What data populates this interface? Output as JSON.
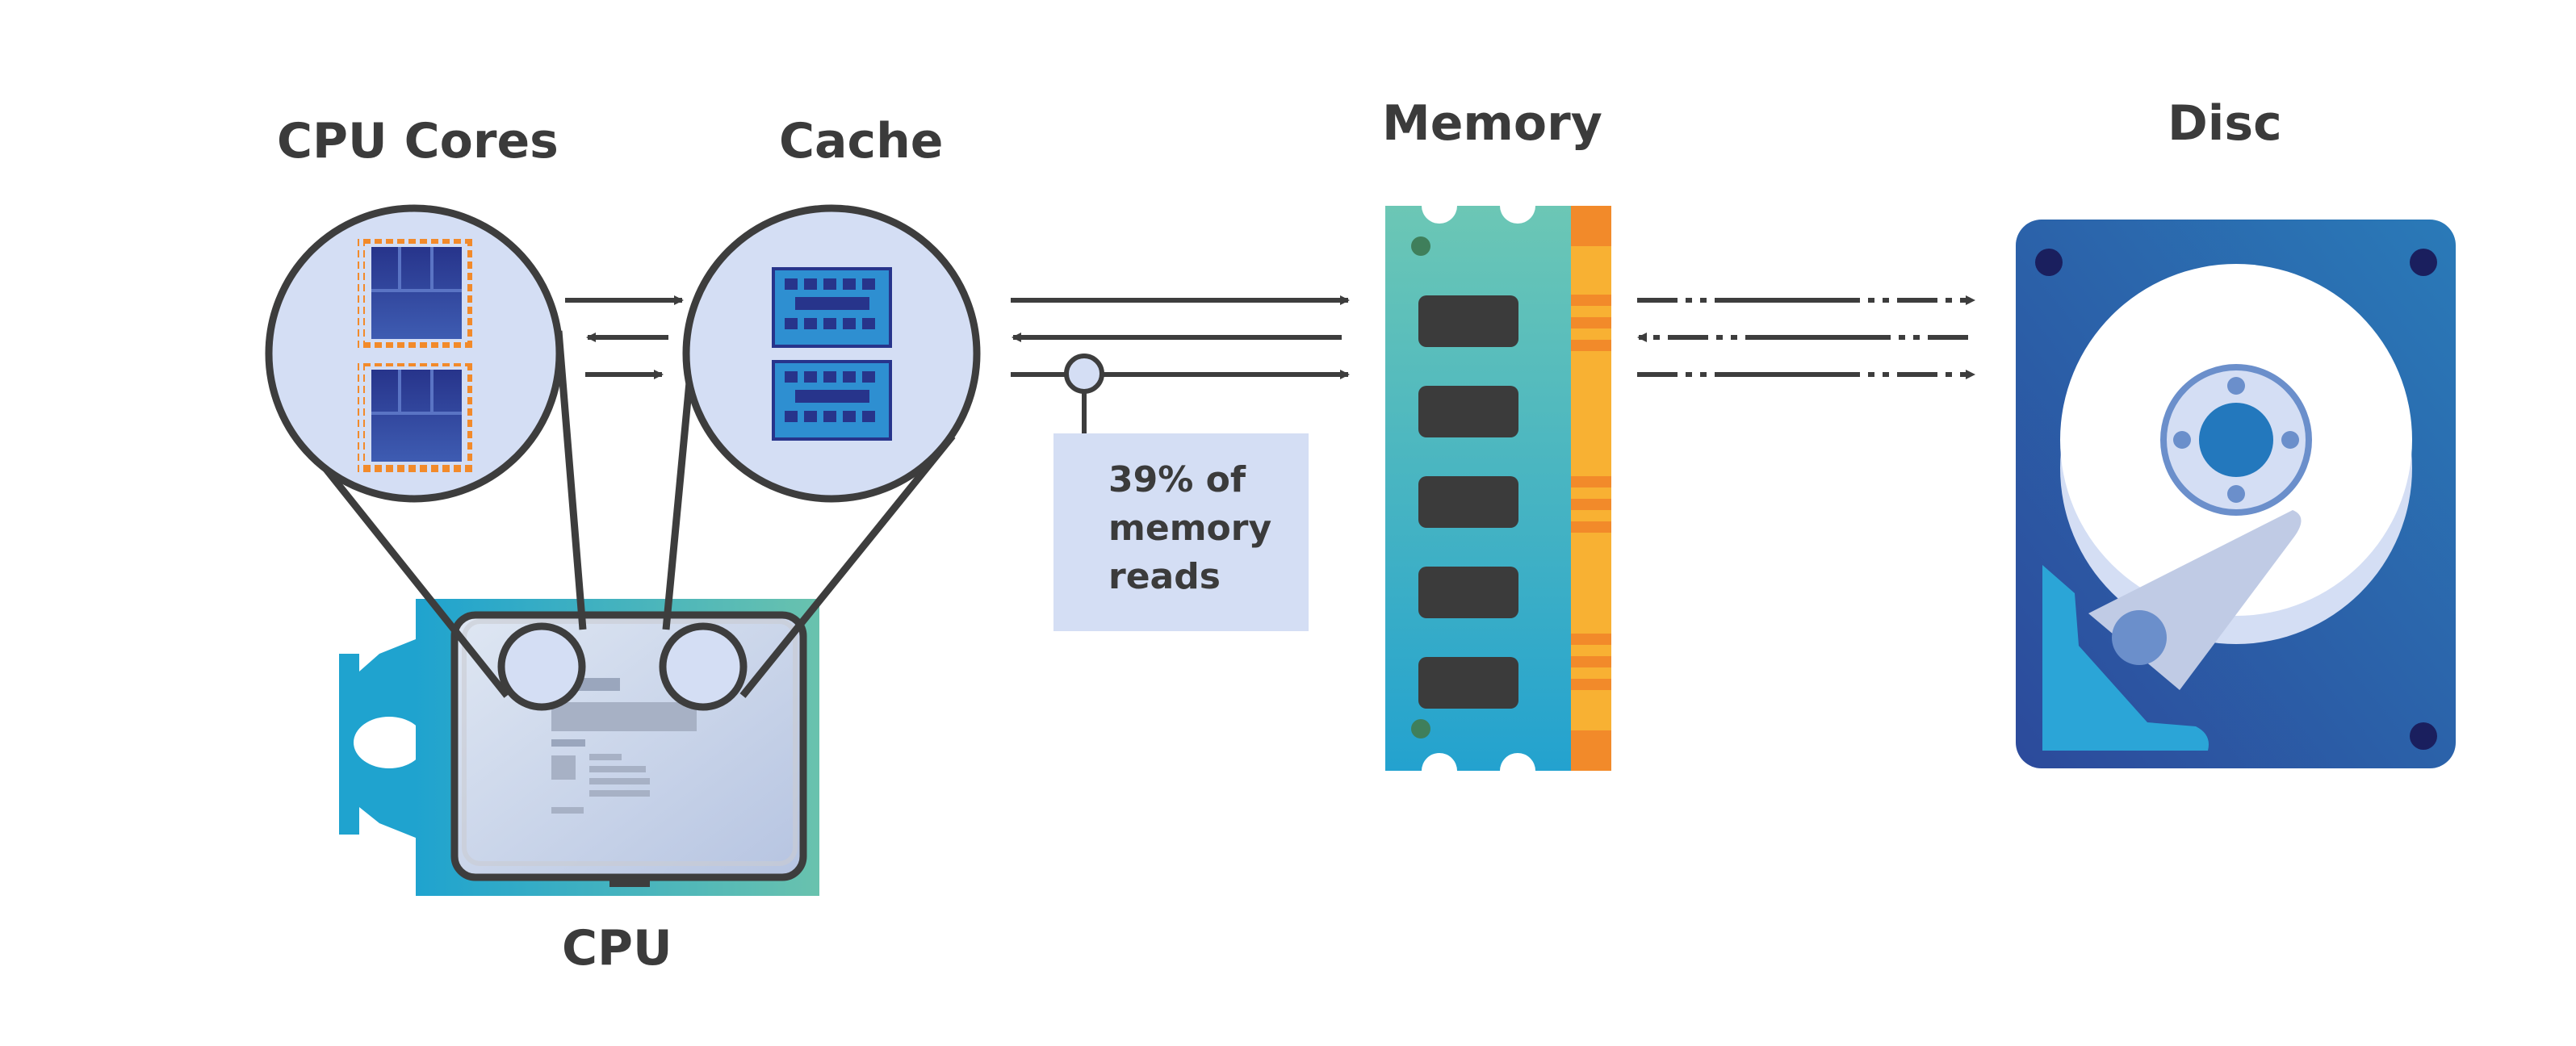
{
  "labels": {
    "cpu_cores": "CPU Cores",
    "cache": "Cache",
    "memory": "Memory",
    "disc": "Disc",
    "cpu": "CPU"
  },
  "callout": {
    "lines": [
      "39% of",
      "memory",
      "reads"
    ]
  },
  "icons": [
    "cpu-chip-icon",
    "cpu-core-icon",
    "cache-block-icon",
    "memory-module-icon",
    "hard-disc-icon",
    "arrow-icon"
  ],
  "colors": {
    "text": "#3b3b3b",
    "outline": "#3d3d3d",
    "bubble_fill": "#d4def4",
    "callout_fill": "#d4def4",
    "core_blue": "#283c94",
    "core_pins": "#f28a2a",
    "cache_blue": "#2e8fd1",
    "memory_teal": "#4ab8bf",
    "memory_strip": "#f8b133",
    "disc_blue": "#2b5ca8",
    "cpu_teal": "#27a3c9"
  }
}
